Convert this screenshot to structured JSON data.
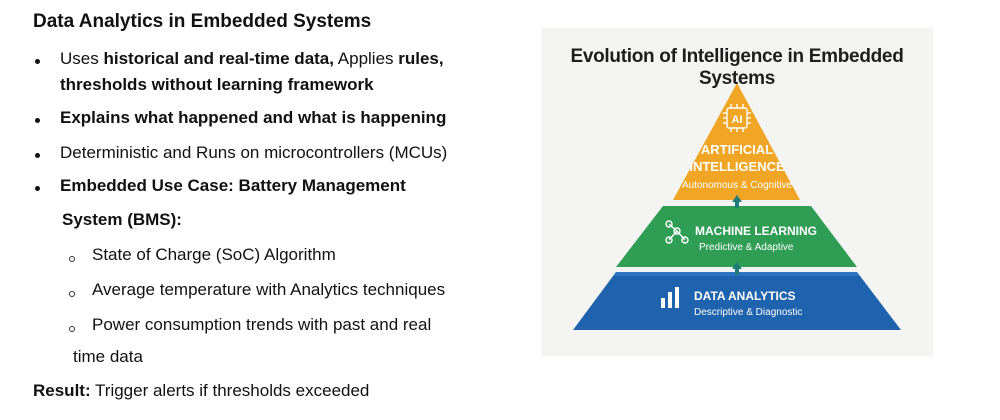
{
  "slide": {
    "heading": "Data Analytics in Embedded Systems",
    "bullets": [
      {
        "line1": [
          {
            "text": "Uses ",
            "bold": false
          },
          {
            "text": "historical and real-time data,",
            "bold": true
          },
          {
            "text": " Applies ",
            "bold": false
          },
          {
            "text": "rules,",
            "bold": true
          }
        ],
        "line2": "thresholds without learning framework"
      },
      {
        "text": "Explains what happened and what is happening"
      },
      {
        "text": "Deterministic and Runs on microcontrollers (MCUs)"
      },
      {
        "line1": "Embedded Use Case: Battery Management",
        "line2": "System (BMS):"
      }
    ],
    "sub_bullets": [
      {
        "text": "State of Charge (SoC) Algorithm"
      },
      {
        "text": "Average temperature with Analytics techniques"
      },
      {
        "text": "Power consumption trends with past and real",
        "continuation": "time data"
      }
    ],
    "result": {
      "label": "Result:",
      "text": " Trigger alerts if thresholds exceeded"
    }
  },
  "figure": {
    "title": "Evolution of Intelligence in Embedded Systems",
    "levels": {
      "ai": {
        "title_line1": "ARTIFICIAL",
        "title_line2": "INTELLIGENCE",
        "subtitle": "Autonomous & Cognitive",
        "icon_text": "AI",
        "icon": "ai-chip-icon",
        "color": "#f0a524"
      },
      "ml": {
        "title": "MACHINE LEARNING",
        "subtitle": "Predictive & Adaptive",
        "icon": "network-nodes-icon",
        "color": "#2f9e54"
      },
      "da": {
        "title": "DATA ANALYTICS",
        "subtitle": "Descriptive & Diagnostic",
        "icon": "bar-chart-icon",
        "color": "#1f63ae"
      }
    },
    "arrow_color": "#1f7a7a"
  }
}
